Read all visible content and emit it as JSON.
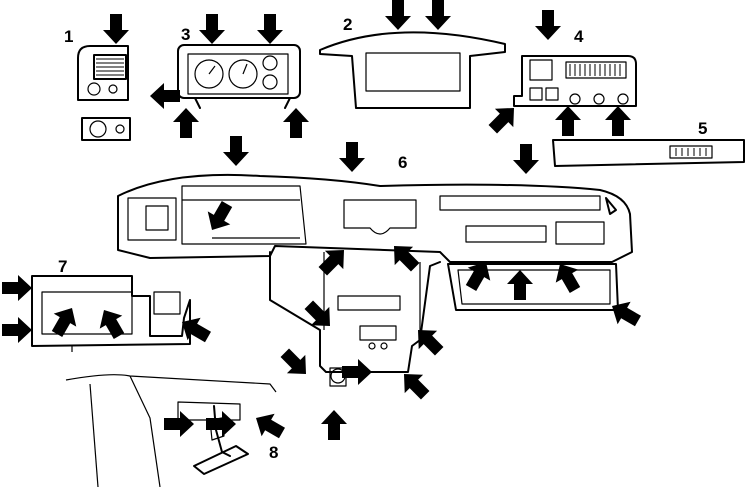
{
  "part_labels": [
    "1",
    "2",
    "3",
    "4",
    "5",
    "6",
    "7",
    "8"
  ],
  "colors": {
    "line": "#000000",
    "background": "#ffffff",
    "arrow": "#000000"
  },
  "icons": [
    "arrow-icon"
  ]
}
